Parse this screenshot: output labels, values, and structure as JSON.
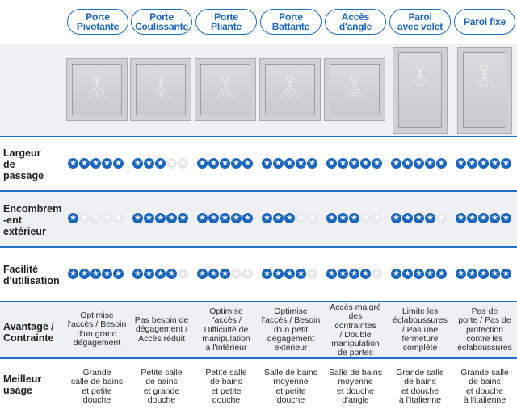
{
  "columns": [
    {
      "label": "Porte\nPivotante"
    },
    {
      "label": "Porte\nCoulissante"
    },
    {
      "label": "Porte\nPliante"
    },
    {
      "label": "Porte\nBattante"
    },
    {
      "label": "Accès\nd'angle"
    },
    {
      "label": "Paroi\navec volet"
    },
    {
      "label": "Paroi fixe"
    }
  ],
  "rows": {
    "largeur": {
      "label": "Largeur\nde\npassage",
      "ratings": [
        5,
        3,
        5,
        5,
        5,
        5,
        5
      ]
    },
    "encombrement": {
      "label": "Encombrem\n-ent\nextérieur",
      "ratings": [
        1,
        5,
        5,
        3,
        3,
        4,
        5
      ]
    },
    "facilite": {
      "label": "Facilité\nd'utilisation",
      "ratings": [
        5,
        4,
        3,
        4,
        4,
        5,
        5
      ]
    },
    "avantage": {
      "label": "Avantage /\nContrainte",
      "cells": [
        "Optimise\nl'accès / Besoin\nd'un grand\ndégagement",
        "Pas besoin de\ndégagement /\nAccès réduit",
        "Optimise\nl'accès /\nDifficulté de\nmanipulation\nà l'intérieur",
        "Optimise\nl'accès / Besoin\nd'un petit\ndégagement\nextérieur",
        "Accès malgré\ndes\ncontraintes\n/ Double\nmanipulation\nde portes",
        "Limite les\néclaboussures\n/ Pas une\nfermeture\ncomplète",
        "Pas de\nporte / Pas de\nprotection\ncontre les\néclaboussures"
      ]
    },
    "usage": {
      "label": "Meilleur\nusage",
      "cells": [
        "Grande\nsalle de bains\net petite\ndouche",
        "Petite salle\nde bains\net grande\ndouche",
        "Petite salle\nde bains\net petite\ndouche",
        "Salle de bains\nmoyenne\net petite\ndouche",
        "Salle de bains\nmoyenne\net douche\nd'angle",
        "Grande salle\nde bains\net douche\nà l'italienne",
        "Grande salle\nde bains\net douche\nà l'italienne"
      ]
    }
  },
  "colors": {
    "accent": "#1a66be",
    "band": "#eef0f2",
    "star_off": "#e7e8ea"
  },
  "icons": {
    "rating_on": "star-filled-icon",
    "rating_off": "star-empty-icon",
    "star_glyph": "★"
  }
}
